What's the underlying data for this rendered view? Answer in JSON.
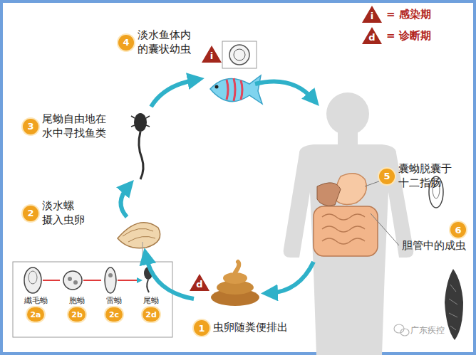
{
  "diagram": {
    "nodes": [
      {
        "text": [
          "1",
          "虫卵随粪便排出"
        ]
      },
      {
        "text": [
          "2",
          "淡水螺 摄入虫卵"
        ]
      },
      {
        "text": [
          "2a",
          "纖毛蚴"
        ]
      },
      {
        "text": [
          "2b",
          "胞蚴"
        ]
      },
      {
        "text": [
          "2c",
          "雷蚴"
        ]
      },
      {
        "text": [
          "2d",
          "尾蚴"
        ]
      },
      {
        "text": [
          "3",
          "尾蚴自由地在 水中寻找鱼类"
        ]
      },
      {
        "text": [
          "4",
          "淡水鱼体内 的囊状幼虫"
        ]
      },
      {
        "text": [
          "5",
          "囊蚴脱囊于 十二指肠"
        ]
      },
      {
        "text": [
          "6",
          "胆管中的成虫"
        ]
      }
    ],
    "labels": [
      "i",
      "d",
      "i",
      "d",
      "广东疾控"
    ],
    "legend": [
      {
        "text": "= 感染期"
      },
      {
        "text": "= 诊断期"
      }
    ]
  }
}
